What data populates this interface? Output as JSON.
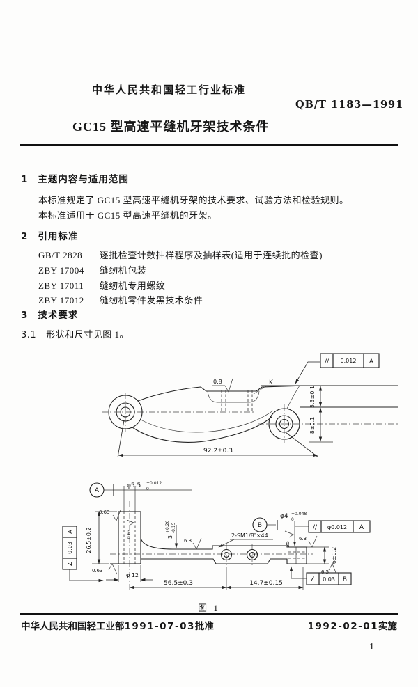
{
  "header": {
    "org_line": "中华人民共和国轻工行业标准",
    "standard_no": "QB/T 1183—1991",
    "title": "GC15 型高速平缝机牙架技术条件"
  },
  "sections": {
    "s1": {
      "num": "1",
      "heading": "主题内容与适用范围",
      "p1": "本标准规定了 GC15 型高速平缝机牙架的技术要求、试验方法和检验规则。",
      "p2": "本标准适用于 GC15 型高速平缝机的牙架。"
    },
    "s2": {
      "num": "2",
      "heading": "引用标准",
      "refs": [
        {
          "code": "GB/T 2828",
          "name": "逐批检查计数抽样程序及抽样表(适用于连续批的检查)"
        },
        {
          "code": "ZBY 17004",
          "name": "缝纫机包装"
        },
        {
          "code": "ZBY 17011",
          "name": "缝纫机专用螺纹"
        },
        {
          "code": "ZBY 17012",
          "name": "缝纫机零件发黑技术条件"
        }
      ]
    },
    "s3": {
      "num": "3",
      "heading": "技术要求",
      "s31_num": "3.1",
      "s31_text": "形状和尺寸见图 1。"
    }
  },
  "figure": {
    "caption": "图 1",
    "view1": {
      "fcf_parallelism": {
        "symbol": "//",
        "value": "0.012",
        "datum": "A"
      },
      "roughness_top": "0.8",
      "label_k": "K",
      "dim_seat_height": "5.3±0.1",
      "dim_fork_height": "8±0.1",
      "dim_overall_length": "92.2±0.3"
    },
    "view2": {
      "datum_a": "A",
      "datum_b": "B",
      "bore_dia": "φ5.5",
      "bore_tol_upper": "+0.012",
      "bore_tol_lower": "0",
      "roughness_hub_top": "0.63",
      "roughness_bore": "0.63",
      "roughness_hub_bottom": "0.63",
      "dim_hub_height": "26.5±0.2",
      "fcf_left": {
        "symbol": "∠",
        "value": "0.03",
        "datum": "A"
      },
      "dim_hub_dia": "φ 12",
      "dim_arm_length": "56.5±0.3",
      "dim_fork_length": "14.7±0.15",
      "thread_callout": "2-SM1/8″×44",
      "dim_step": "3",
      "dim_step_tol_upper": "+0.26",
      "dim_step_tol_lower": "-0.15",
      "roughness_arm": "6.3",
      "roughness_fork_top": "6.3",
      "roughness_pin_end": "25",
      "roughness_fork_bottom": "6.5",
      "pin_dia": "φ4",
      "pin_tol_upper": "+0.048",
      "pin_tol_lower": "0",
      "fcf_right": {
        "symbol": "//",
        "value": "φ0.012",
        "datum": "A"
      },
      "dim_fork_height": "6±0.2",
      "fcf_bottom": {
        "symbol": "∠",
        "value": "0.03",
        "datum": "B"
      }
    }
  },
  "footer": {
    "approve_org": "中华人民共和国轻工业部",
    "approve_date": "1991-07-03",
    "approve_word": "批准",
    "impl_date": "1992-02-01",
    "impl_word": "实施",
    "page_number": "1"
  }
}
